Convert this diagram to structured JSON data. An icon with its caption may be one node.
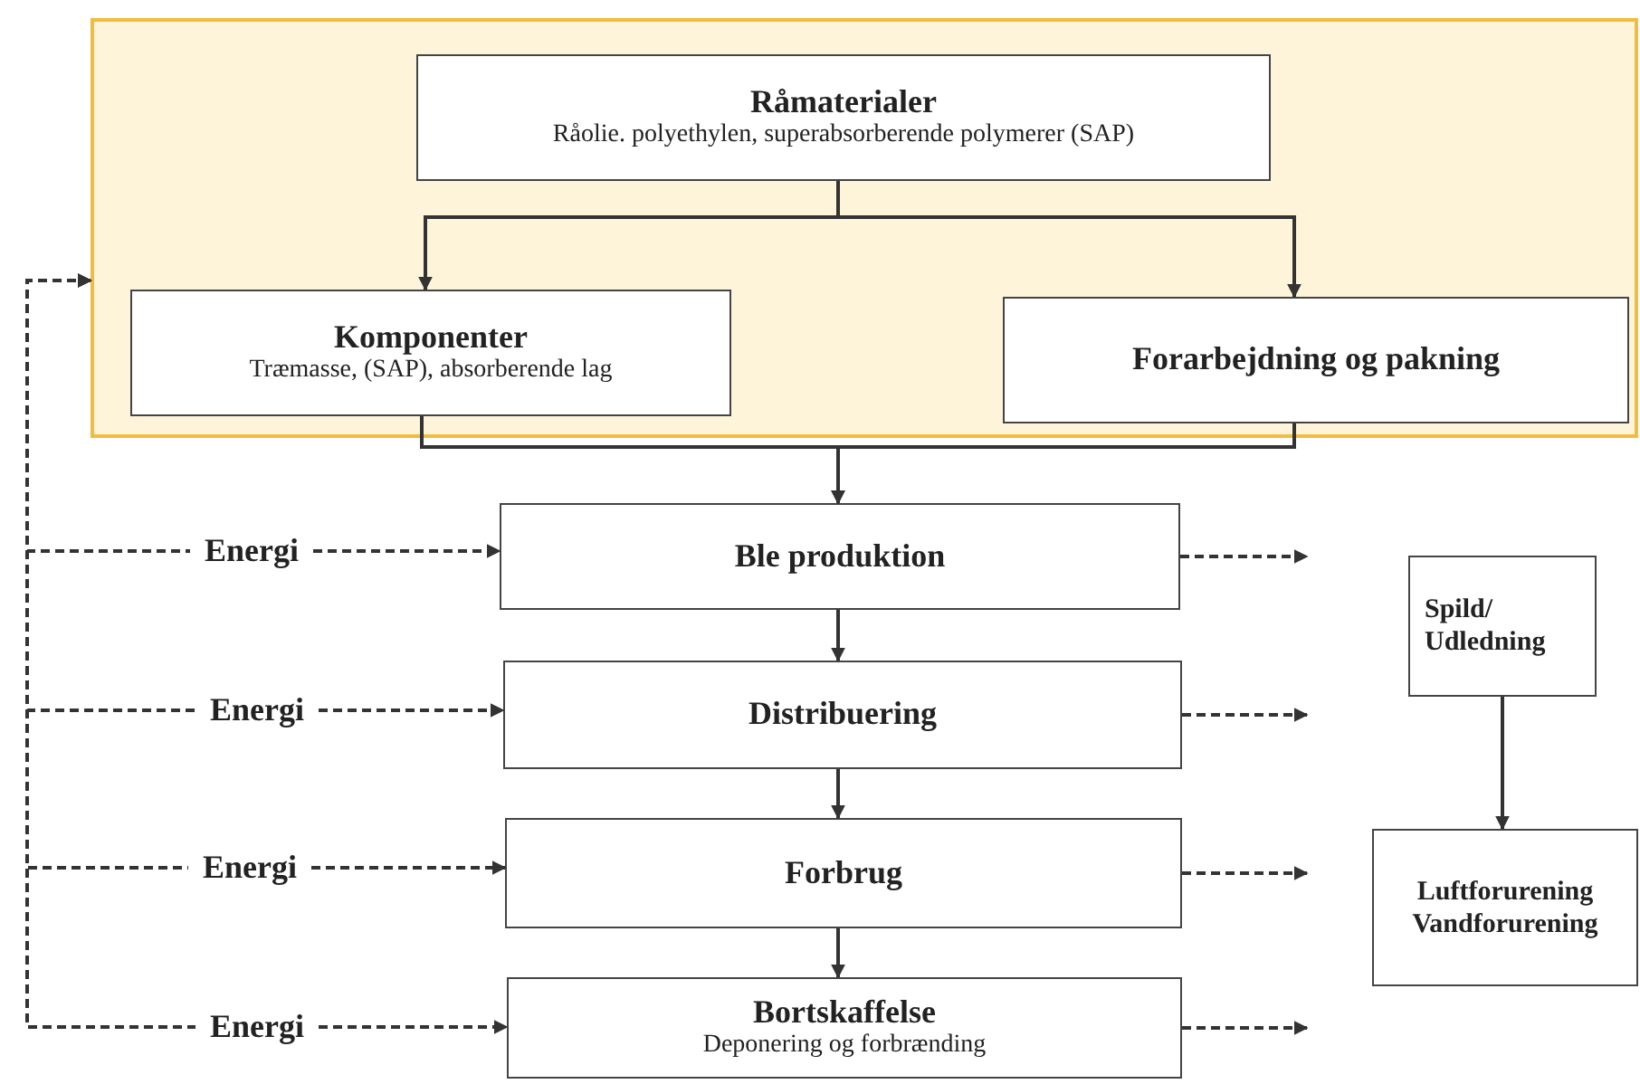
{
  "diagram": {
    "nodes": [
      {
        "text": [],
        "shape": "box"
      },
      {
        "text": [
          "Råmaterialer",
          "Råolie. polyethylen, superabsorberende polymerer (SAP)"
        ],
        "in": 0
      },
      {
        "text": [
          "Komponenter",
          "Træmasse, (SAP), absorberende lag"
        ],
        "in": 0
      },
      {
        "text": [
          "Forarbejdning og pakning"
        ],
        "in": 0
      },
      {
        "text": [
          "Ble produktion"
        ]
      },
      {
        "text": [
          "Distribuering"
        ]
      },
      {
        "text": [
          "Forbrug"
        ]
      },
      {
        "text": [
          "Bortskaffelse",
          "Deponering og forbrænding"
        ]
      },
      {
        "text": [
          "Spild/ Udledning"
        ]
      },
      {
        "text": [
          "Luftforurening Vandforurening"
        ]
      },
      {
        "text": [
          "Energi"
        ]
      },
      {
        "text": [
          "Energi"
        ]
      },
      {
        "text": [
          "Energi"
        ]
      },
      {
        "text": [
          "Energi"
        ]
      }
    ],
    "edges": [
      {
        "from": 1,
        "to": 2,
        "arrow": "to"
      },
      {
        "from": 1,
        "to": 3,
        "arrow": "to"
      },
      {
        "from": 2,
        "to": 4,
        "arrow": "to"
      },
      {
        "from": 3,
        "to": 4,
        "arrow": "to"
      },
      {
        "from": 4,
        "to": 5,
        "arrow": "to"
      },
      {
        "from": 5,
        "to": 6,
        "arrow": "to"
      },
      {
        "from": 6,
        "to": 7,
        "arrow": "to"
      },
      {
        "from": 8,
        "to": 9,
        "arrow": "to"
      },
      {
        "from": 10,
        "to": 4,
        "arrow": "to",
        "style": "dashed"
      },
      {
        "from": 11,
        "to": 5,
        "arrow": "to",
        "style": "dashed"
      },
      {
        "from": 12,
        "to": 6,
        "arrow": "to",
        "style": "dashed"
      },
      {
        "from": 13,
        "to": 7,
        "arrow": "to",
        "style": "dashed"
      },
      {
        "from": 10,
        "to": 0,
        "arrow": "to",
        "style": "dashed"
      },
      {
        "from": 11,
        "to": 0,
        "arrow": "to",
        "style": "dashed"
      },
      {
        "from": 12,
        "to": 0,
        "arrow": "to",
        "style": "dashed"
      },
      {
        "from": 13,
        "to": 0,
        "arrow": "to",
        "style": "dashed"
      },
      {
        "from": 4,
        "to": null,
        "arrow": "to",
        "style": "dashed"
      },
      {
        "from": 5,
        "to": null,
        "arrow": "to",
        "style": "dashed"
      },
      {
        "from": 6,
        "to": null,
        "arrow": "to",
        "style": "dashed"
      },
      {
        "from": 7,
        "to": null,
        "arrow": "to",
        "style": "dashed"
      }
    ]
  }
}
